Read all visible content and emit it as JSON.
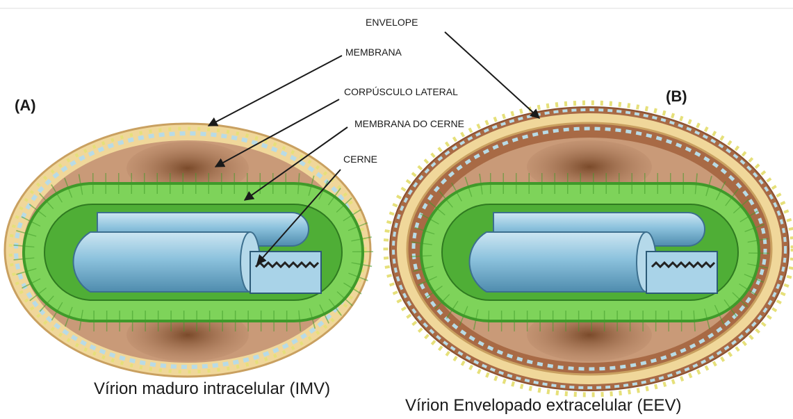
{
  "panels": {
    "a": "(A)",
    "b": "(B)"
  },
  "labels": {
    "envelope": "ENVELOPE",
    "membrane": "MEMBRANA",
    "lateral_body": "CORPÚSCULO LATERAL",
    "core_membrane": "MEMBRANA DO CERNE",
    "core": "CERNE"
  },
  "captions": {
    "imv": "Vírion maduro intracelular (IMV)",
    "eev": "Vírion Envelopado extracelular (EEV)"
  },
  "colors": {
    "outer_tan": "#f0d79a",
    "tan_stroke": "#c9a060",
    "brown_fill": "#c99a78",
    "lateral_body": "#8f5f3c",
    "green_dark": "#3f9a2a",
    "green_light": "#7ed35a",
    "blue_core": "#8cc2dd",
    "blue_dark": "#3c6f8e",
    "yellow_knob": "#e6e07a",
    "envelope_brown": "#a86a45"
  }
}
